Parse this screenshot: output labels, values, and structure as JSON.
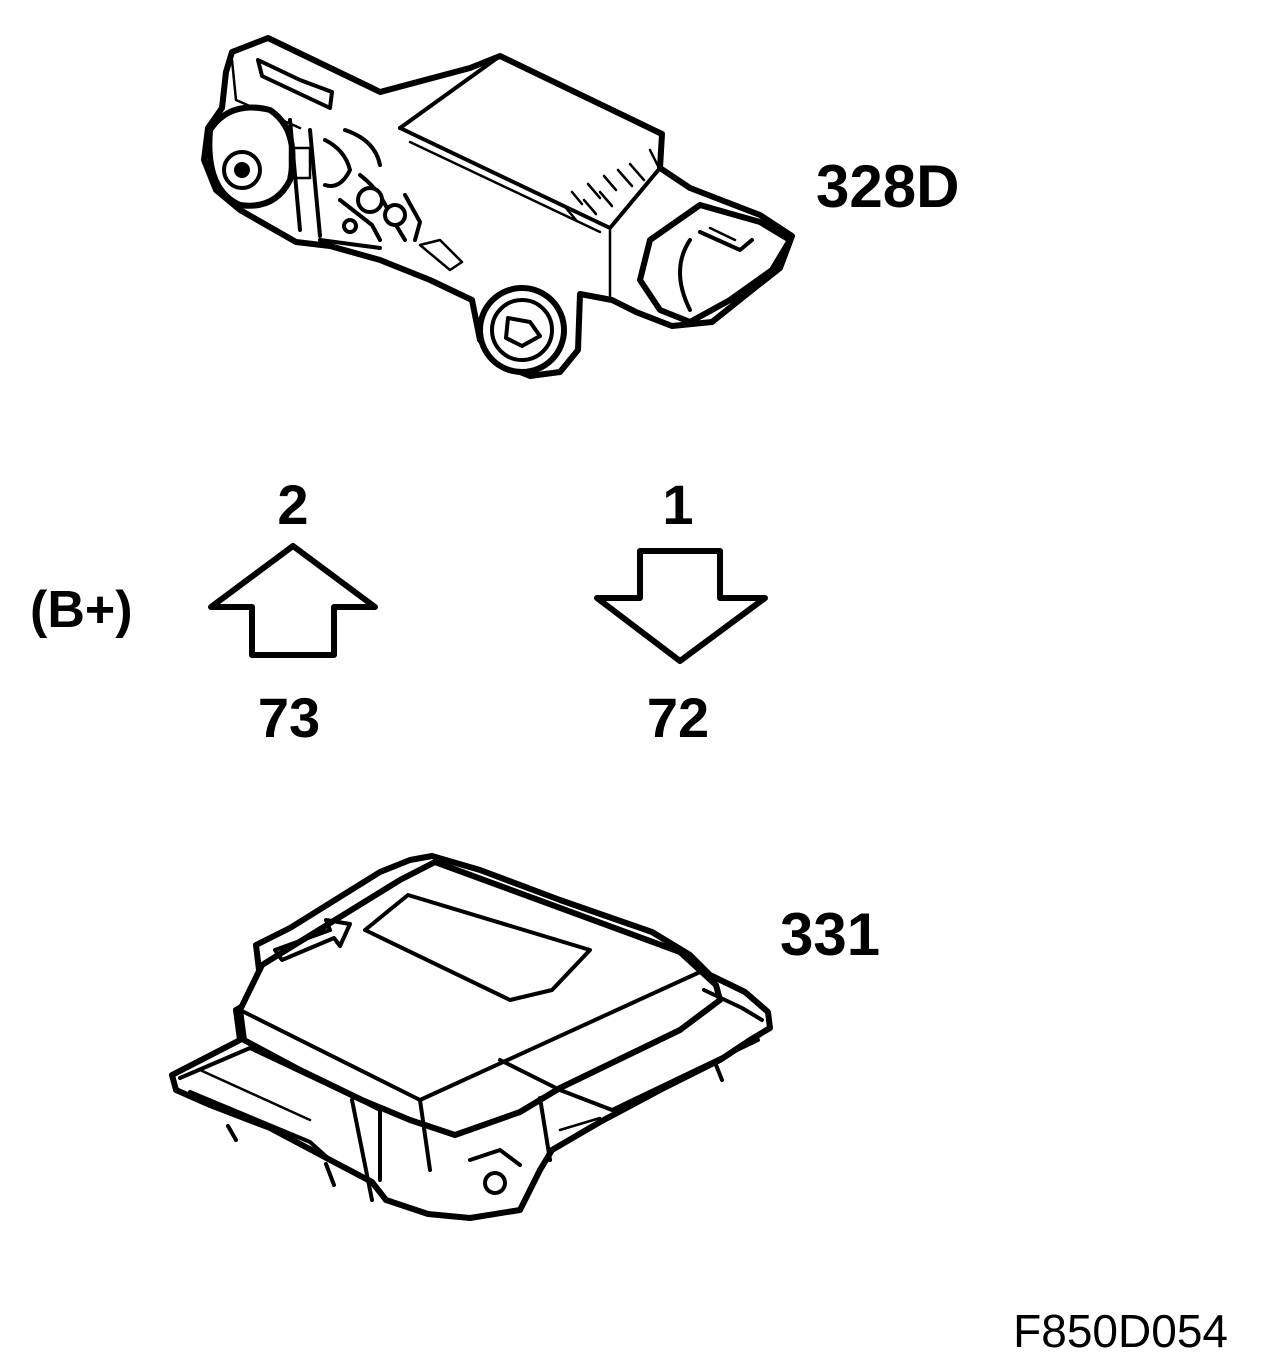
{
  "labels": {
    "sensor": "328D",
    "module": "331",
    "pin_up_top": "2",
    "pin_up_bottom": "73",
    "pin_down_top": "1",
    "pin_down_bottom": "72",
    "supply": "(B+)",
    "figure_code": "F850D054"
  },
  "arrows": [
    {
      "direction": "up"
    },
    {
      "direction": "down"
    }
  ],
  "colors": {
    "ink": "#000000",
    "background": "#ffffff"
  }
}
